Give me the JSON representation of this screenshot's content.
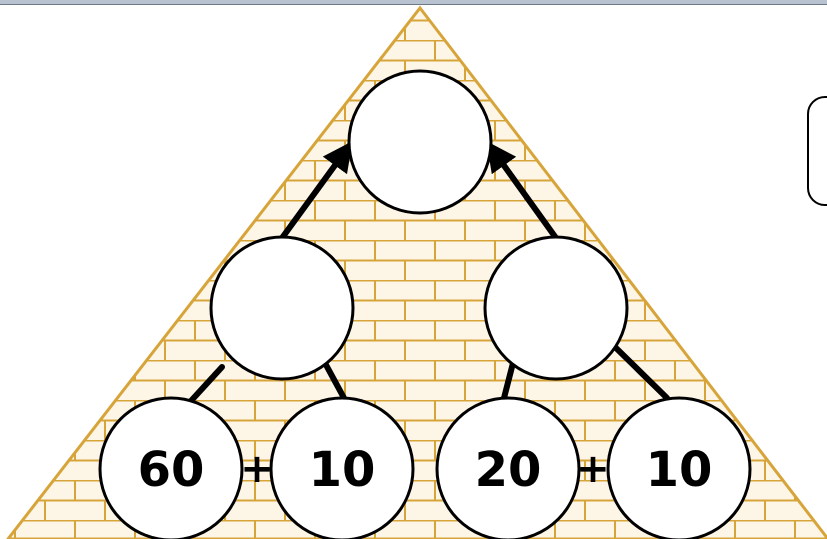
{
  "colors": {
    "brick_fill": "#fdf6e7",
    "brick_line": "#d7a43a",
    "circle_fill": "#ffffff",
    "circle_stroke": "#000000",
    "arrow": "#000000"
  },
  "pyramid": {
    "top": {
      "value": ""
    },
    "middle": [
      {
        "value": ""
      },
      {
        "value": ""
      }
    ],
    "bottom": [
      {
        "value": "60"
      },
      {
        "value": "10"
      },
      {
        "value": "20"
      },
      {
        "value": "10"
      }
    ],
    "operators": [
      "+",
      "+"
    ]
  },
  "side_box": {
    "value": ""
  }
}
